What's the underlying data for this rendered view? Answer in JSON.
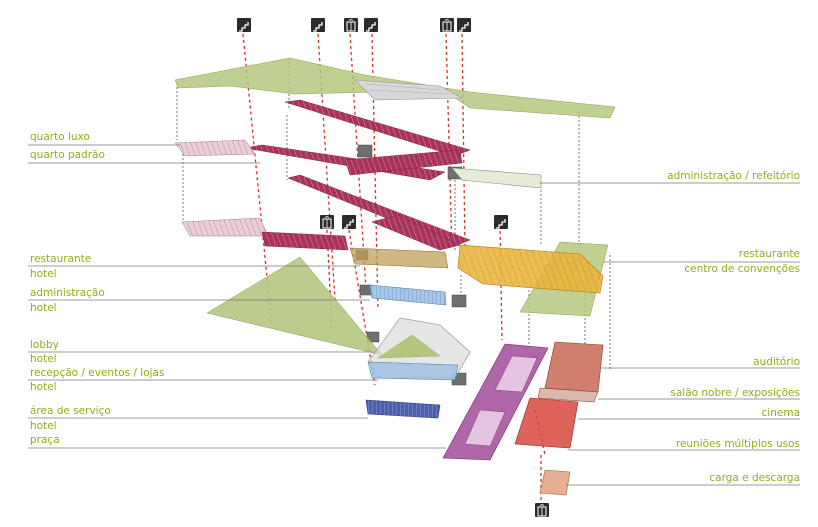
{
  "colors": {
    "label_green": "#8fae1b",
    "leader_line": "#7a7a7a",
    "red_dashed": "#d8312a",
    "plate_green": "#b5c77f",
    "rooms_red": "#a8335a",
    "convention_yellow": "#e8b740",
    "admin_blue": "#6f9fcc",
    "service_blue": "#4a5fae",
    "plaza_purple": "#a24c9a",
    "auditorium_rust": "#c96a55",
    "cinema_red": "#d8493e",
    "cargo_tan": "#e3a684",
    "icon_dark": "#2b2b2b"
  },
  "icons": {
    "elevator": "elevator-icon",
    "stair": "stair-icon"
  },
  "labels_left": {
    "quarto_luxo": "quarto luxo",
    "quarto_padrao": "quarto padrão",
    "restaurante_hotel_1": "restaurante",
    "restaurante_hotel_2": "hotel",
    "administracao_hotel_1": "administração",
    "administracao_hotel_2": "hotel",
    "lobby_hotel_1": "lobby",
    "lobby_hotel_2": "hotel",
    "recepcao_1": "recepção / eventos / lojas",
    "recepcao_2": "hotel",
    "area_servico_1": "área de serviço",
    "area_servico_2": "hotel",
    "praca": "praça"
  },
  "labels_right": {
    "administracao_refeitorio": "administração / refeitório",
    "restaurante": "restaurante",
    "centro_convencoes": "centro de convenções",
    "auditorio": "auditório",
    "salao_nobre": "salão nobre / exposições",
    "cinema": "cinema",
    "reunioes": "reuniões múltiplos usos",
    "carga_descarga": "carga e descarga"
  }
}
